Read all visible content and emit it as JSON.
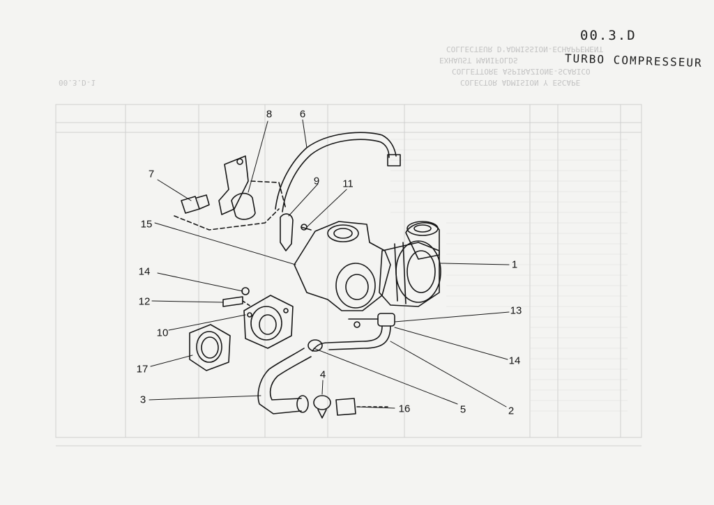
{
  "header": {
    "section_code": "00.3.D",
    "section_title": "TURBO COMPRESSEUR"
  },
  "ghost_text": {
    "lines": [
      "COLECTOR ADMISION Y ESCAPE",
      "COLLETTORE ASPIRAZIONE-SCARICO",
      "EXHAUST MANIFOLDS",
      "COLLECTEUR D'ADMISSION-ECHAPPEMENT"
    ],
    "ref": "00.3.D-1"
  },
  "callouts": [
    {
      "label": "1"
    },
    {
      "label": "2"
    },
    {
      "label": "3"
    },
    {
      "label": "4"
    },
    {
      "label": "5"
    },
    {
      "label": "6"
    },
    {
      "label": "7"
    },
    {
      "label": "8"
    },
    {
      "label": "9"
    },
    {
      "label": "10"
    },
    {
      "label": "11"
    },
    {
      "label": "12"
    },
    {
      "label": "13"
    },
    {
      "label": "14"
    },
    {
      "label": "14"
    },
    {
      "label": "15"
    },
    {
      "label": "16"
    },
    {
      "label": "17"
    }
  ],
  "colors": {
    "ink": "#111111",
    "paper": "#f4f4f2",
    "ghost": "#c8c8c8"
  }
}
